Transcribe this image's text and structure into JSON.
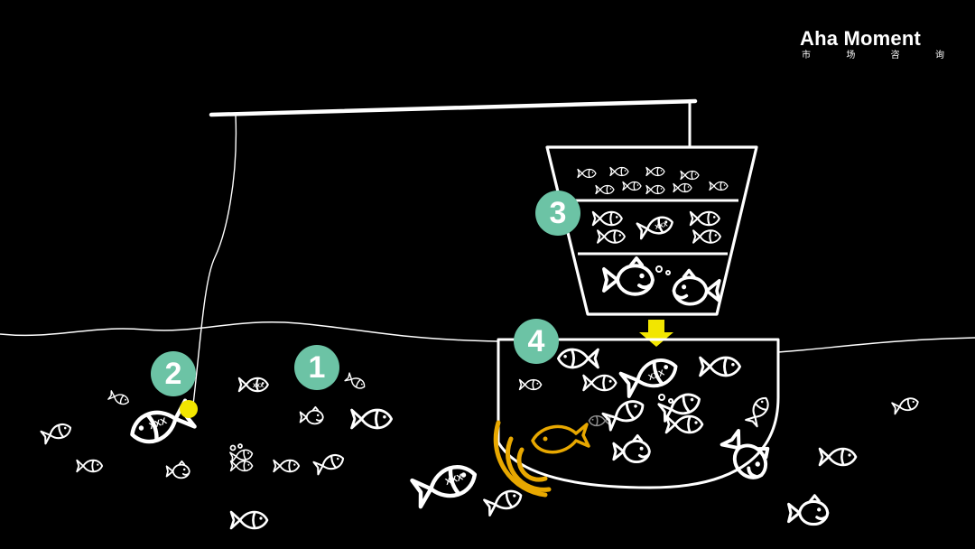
{
  "logo": {
    "text": "Aha Moment",
    "subtitle": [
      "市",
      "场",
      "咨",
      "询"
    ]
  },
  "markers": [
    {
      "label": "1"
    },
    {
      "label": "2"
    },
    {
      "label": "3"
    },
    {
      "label": "4"
    }
  ],
  "fish_tag": "XXX",
  "colors": {
    "background": "#000000",
    "line": "#ffffff",
    "badge": "#6cc3a5",
    "accent_yellow": "#f2e600",
    "accent_orange": "#e8a800"
  },
  "icons": [
    "fish-icon",
    "fishing-rod-icon",
    "hook-icon",
    "basket-icon",
    "pond-icon",
    "signal-wave-icon",
    "arrow-down-icon"
  ]
}
